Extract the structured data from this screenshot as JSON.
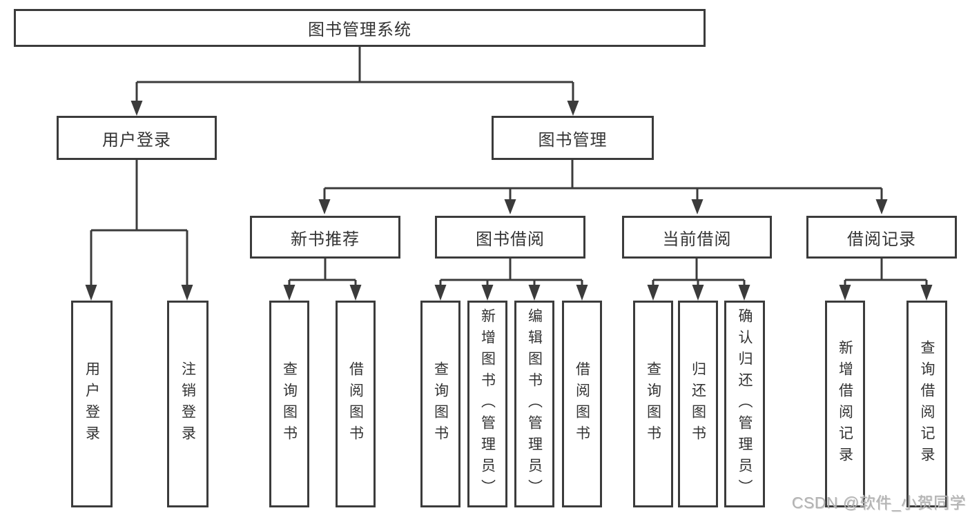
{
  "diagram": {
    "root": {
      "label": "图书管理系统"
    },
    "branches": [
      {
        "label": "用户登录",
        "children": [
          {
            "label": "用户登录"
          },
          {
            "label": "注销登录"
          }
        ]
      },
      {
        "label": "图书管理",
        "children": [
          {
            "label": "新书推荐",
            "children": [
              {
                "label": "查询图书"
              },
              {
                "label": "借阅图书"
              }
            ]
          },
          {
            "label": "图书借阅",
            "children": [
              {
                "label": "查询图书"
              },
              {
                "label": "新增图书（管理员）"
              },
              {
                "label": "编辑图书（管理员）"
              },
              {
                "label": "借阅图书"
              }
            ]
          },
          {
            "label": "当前借阅",
            "children": [
              {
                "label": "查询图书"
              },
              {
                "label": "归还图书"
              },
              {
                "label": "确认归还（管理员）"
              }
            ]
          },
          {
            "label": "借阅记录",
            "children": [
              {
                "label": "新增借阅记录"
              },
              {
                "label": "查询借阅记录"
              }
            ]
          }
        ]
      }
    ]
  },
  "watermark": {
    "text": "CSDN @软件_小贺同学"
  },
  "colors": {
    "line": "#3b3b3b",
    "text": "#333333",
    "background": "#ffffff",
    "watermark": "#b3b3b3"
  }
}
